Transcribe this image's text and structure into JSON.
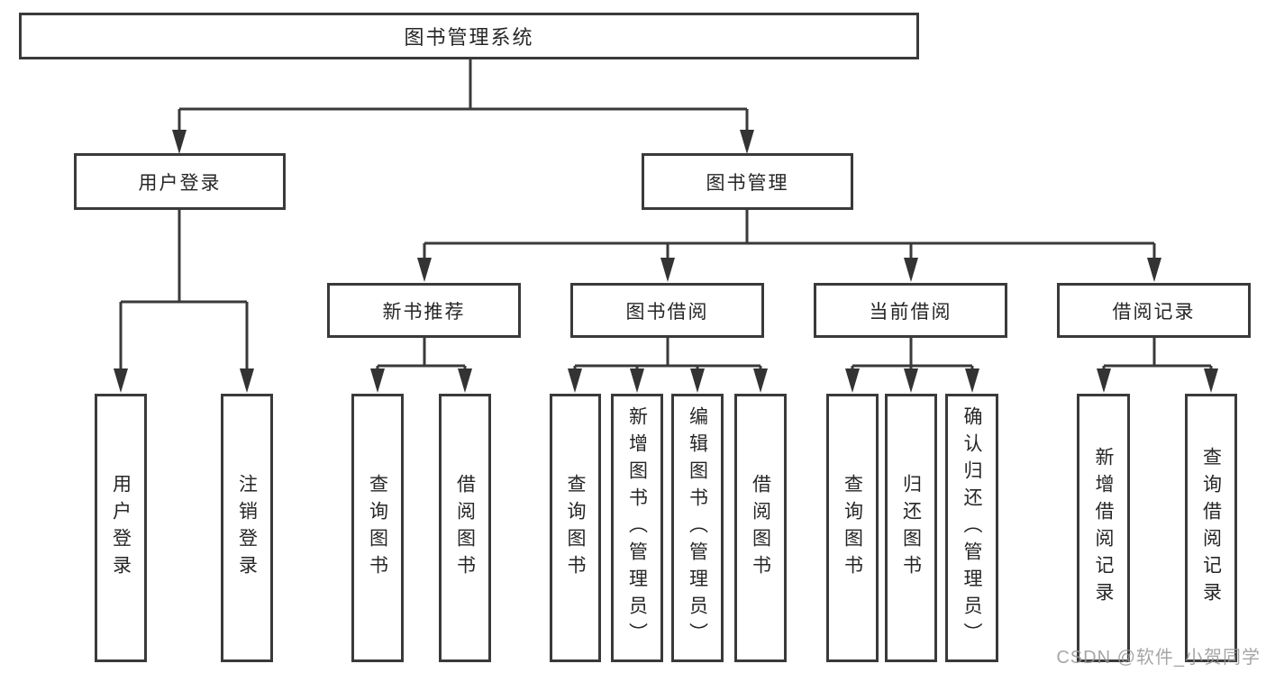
{
  "diagram_type": "hierarchy-tree",
  "tree": {
    "label": "图书管理系统",
    "children": [
      {
        "label": "用户登录",
        "children": [
          {
            "label": "用户登录"
          },
          {
            "label": "注销登录"
          }
        ]
      },
      {
        "label": "图书管理",
        "children": [
          {
            "label": "新书推荐",
            "children": [
              {
                "label": "查询图书"
              },
              {
                "label": "借阅图书"
              }
            ]
          },
          {
            "label": "图书借阅",
            "children": [
              {
                "label": "查询图书"
              },
              {
                "label": "新增图书（管理员）"
              },
              {
                "label": "编辑图书（管理员）"
              },
              {
                "label": "借阅图书"
              }
            ]
          },
          {
            "label": "当前借阅",
            "children": [
              {
                "label": "查询图书"
              },
              {
                "label": "归还图书"
              },
              {
                "label": "确认归还（管理员）"
              }
            ]
          },
          {
            "label": "借阅记录",
            "children": [
              {
                "label": "新增借阅记录"
              },
              {
                "label": "查询借阅记录"
              }
            ]
          }
        ]
      }
    ]
  },
  "watermark": {
    "text": "CSDN @软件_小贺同学"
  },
  "colors": {
    "background": "#ffffff",
    "box_border": "#3a3a3a",
    "connector_line": "#3a3a3a",
    "arrowhead": "#333333",
    "text": "#262626",
    "watermark": "#969696"
  }
}
